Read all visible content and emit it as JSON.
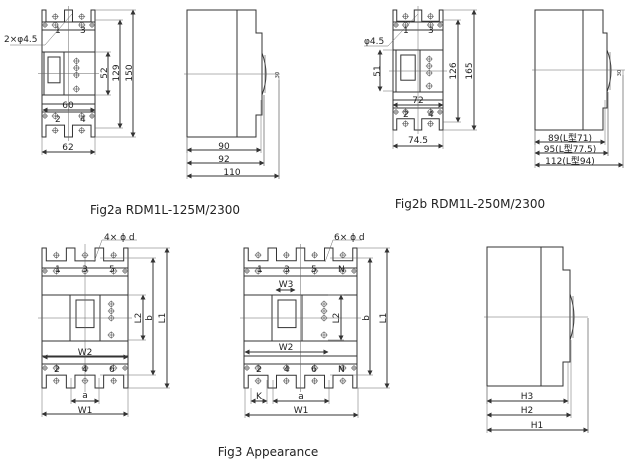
{
  "fig2a": {
    "caption": "Fig2a RDM1L-125M/2300",
    "hole_label": "2×φ4.5",
    "terminals_top": [
      "1",
      "3"
    ],
    "terminals_bottom": [
      "2",
      "4"
    ],
    "dims_front": {
      "h_mid": "52",
      "h_mount": "129",
      "h_total": "150",
      "w_inner": "60",
      "w_total": "62"
    },
    "dims_side": {
      "d1": "90",
      "d2": "92",
      "d3": "110"
    },
    "handle_mark": "30"
  },
  "fig2b": {
    "caption": "Fig2b RDM1L-250M/2300",
    "hole_label": "φ4.5",
    "terminals_top": [
      "1",
      "3"
    ],
    "terminals_bottom": [
      "2",
      "4"
    ],
    "dims_front": {
      "h_mid": "51",
      "h_mount": "126",
      "h_total": "165",
      "w_inner": "72",
      "w_total": "74.5"
    },
    "dims_side": {
      "d1": "89(L型71)",
      "d2": "95(L型77.5)",
      "d3": "112(L型94)"
    },
    "handle_mark": "30"
  },
  "fig3": {
    "caption": "Fig3 Appearance",
    "three_pole": {
      "hole_label": "4× ϕ d",
      "terminals_top": [
        "1",
        "3",
        "5"
      ],
      "terminals_bottom": [
        "2",
        "4",
        "6"
      ],
      "dims": {
        "L2": "L2",
        "b": "b",
        "L1": "L1",
        "W2": "W2",
        "a": "a",
        "W1": "W1"
      }
    },
    "four_pole": {
      "hole_label": "6× ϕ d",
      "terminals_top": [
        "1",
        "3",
        "5",
        "N"
      ],
      "terminals_bottom": [
        "2",
        "4",
        "6",
        "N"
      ],
      "dims": {
        "W3": "W3",
        "L2": "L2",
        "b": "b",
        "L1": "L1",
        "W2": "W2",
        "K": "K",
        "a": "a",
        "W1": "W1"
      }
    },
    "side": {
      "dims": {
        "H3": "H3",
        "H2": "H2",
        "H1": "H1"
      }
    }
  }
}
